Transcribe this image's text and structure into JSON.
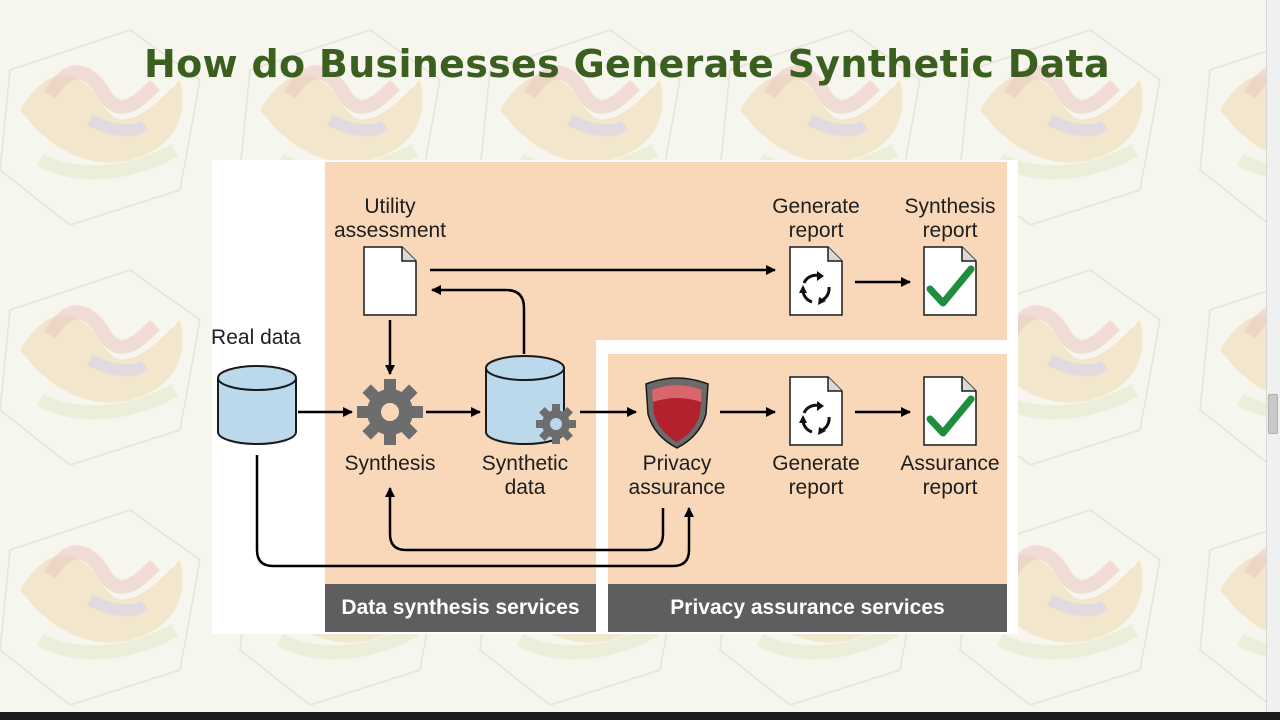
{
  "slide": {
    "title": "How do Businesses Generate Synthetic Data"
  },
  "nodes": {
    "utility_assessment": [
      "Utility",
      "assessment"
    ],
    "real_data": [
      "Real data"
    ],
    "synthesis": [
      "Synthesis"
    ],
    "synthetic_data": [
      "Synthetic",
      "data"
    ],
    "generate_report_top": [
      "Generate",
      "report"
    ],
    "synthesis_report": [
      "Synthesis",
      "report"
    ],
    "privacy_assurance": [
      "Privacy",
      "assurance"
    ],
    "generate_report_bottom": [
      "Generate",
      "report"
    ],
    "assurance_report": [
      "Assurance",
      "report"
    ]
  },
  "bands": {
    "data_synthesis": "Data synthesis services",
    "privacy_assurance": "Privacy assurance services"
  },
  "colors": {
    "title": "#3b5f1f",
    "zone_fill": "#f8d8b8",
    "band_fill": "#5f5e5e",
    "cylinder_fill": "#bcd9ec",
    "gear": "#6d6d6d",
    "shield_red": "#b3212d",
    "check_green": "#1e8e3e"
  },
  "icons": {
    "synthesis": "gear-icon",
    "real_data": "database-icon",
    "synthetic_data": "database-gear-icon",
    "utility_assessment": "document-icon",
    "generate_report": "document-cycle-icon",
    "report": "document-check-icon",
    "privacy_assurance": "shield-icon"
  }
}
